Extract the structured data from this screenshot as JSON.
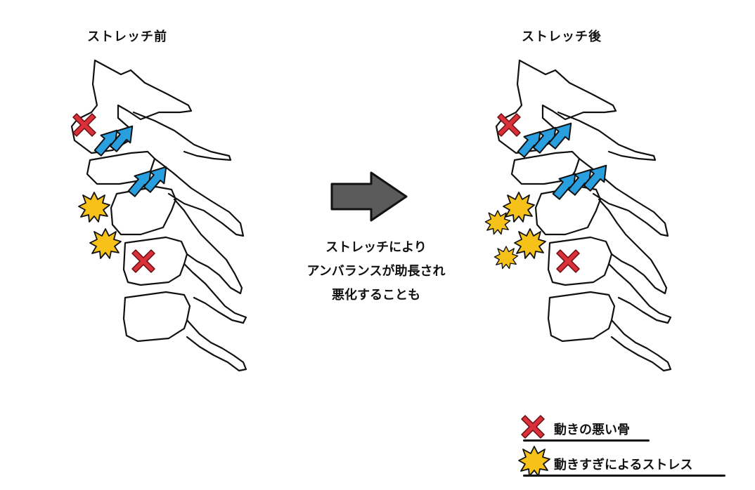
{
  "titles": {
    "before": "ストレッチ前",
    "after": "ストレッチ後"
  },
  "caption": {
    "lines": [
      "ストレッチにより",
      "アンバランスが助長され",
      "悪化することも"
    ]
  },
  "legend": {
    "stiff": "動きの悪い骨",
    "stress": "動きすぎによるストレス"
  },
  "icons": {
    "stiff": "x-mark-icon",
    "stress": "burst-icon",
    "movement": "up-arrow-icon",
    "transition": "right-arrow-icon"
  },
  "colors": {
    "stiff": "#d9313a",
    "stress": "#f6c21a",
    "movement": "#2a9fe0",
    "transition": "#5a5a5a",
    "outline": "#111111"
  }
}
